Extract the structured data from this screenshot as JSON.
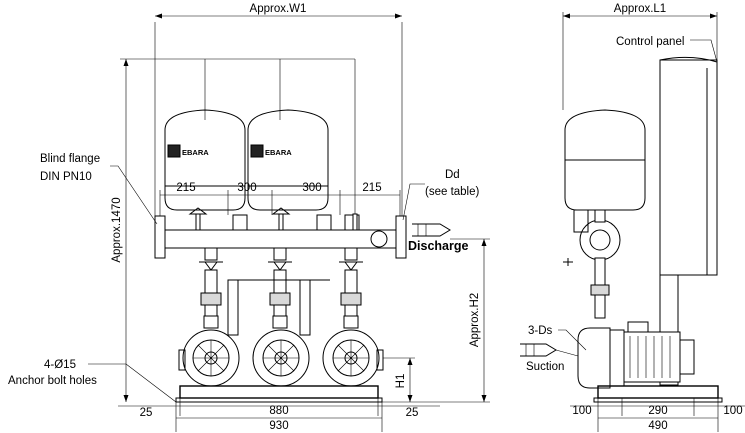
{
  "labels": {
    "approx_w1": "Approx.W1",
    "approx_l1": "Approx.L1",
    "control_panel": "Control panel",
    "blind_flange": "Blind flange",
    "din_pn10": "DIN PN10",
    "dd": "Dd",
    "see_table": "(see table)",
    "discharge": "Discharge",
    "approx_1470": "Approx.1470",
    "approx_h2": "Approx.H2",
    "h1": "H1",
    "anchor_count": "4-Ø15",
    "anchor_bolt_holes": "Anchor bolt holes",
    "three_ds": "3-Ds",
    "suction": "Suction",
    "brand": "EBARA"
  },
  "dimensions": {
    "front_spacing": [
      "215",
      "300",
      "300",
      "215"
    ],
    "base_left_margin": "25",
    "base_right_margin": "25",
    "bolt_spacing": "880",
    "base_width": "930",
    "side_left_margin": "100",
    "side_bolt_spacing": "290",
    "side_right_margin": "100",
    "side_base_width": "490"
  }
}
